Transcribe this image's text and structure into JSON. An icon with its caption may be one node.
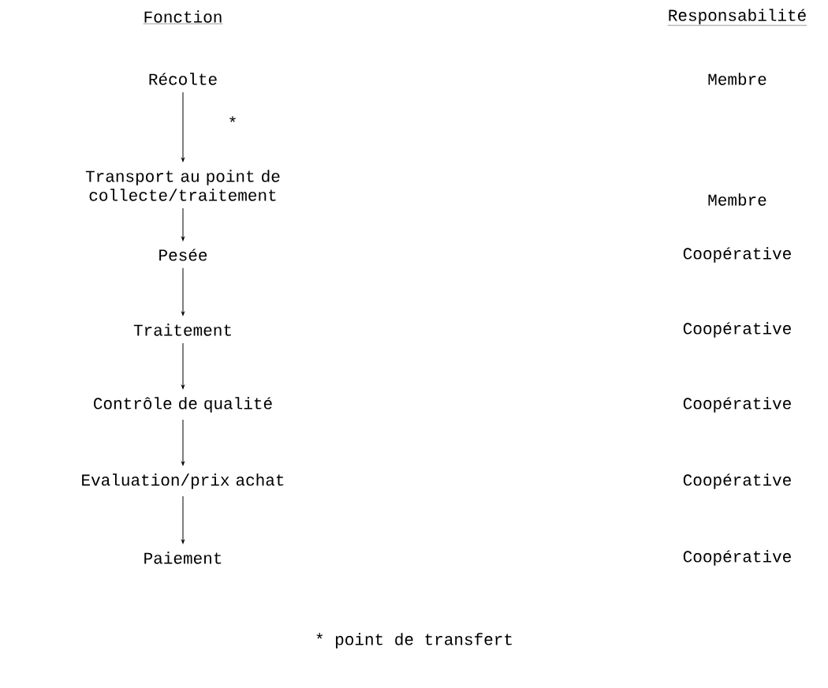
{
  "diagram": {
    "nodes": [
      {
        "text": [
          "Récolte"
        ]
      },
      {
        "text": [
          "Transport au point de collecte/traitement"
        ]
      },
      {
        "text": [
          "Pesée"
        ]
      },
      {
        "text": [
          "Traitement"
        ]
      },
      {
        "text": [
          "Contrôle de qualité"
        ]
      },
      {
        "text": [
          "Evaluation/prix achat"
        ]
      },
      {
        "text": [
          "Paiement"
        ]
      }
    ],
    "edges": [
      {
        "from": 0,
        "to": 1,
        "arrow": "to"
      },
      {
        "from": 1,
        "to": 2,
        "arrow": "to"
      },
      {
        "from": 2,
        "to": 3,
        "arrow": "to"
      },
      {
        "from": 3,
        "to": 4,
        "arrow": "to"
      },
      {
        "from": 4,
        "to": 5,
        "arrow": "to"
      },
      {
        "from": 5,
        "to": 6,
        "arrow": "to"
      }
    ],
    "labels": [
      "Fonction",
      "Responsabilité",
      "Membre",
      "*",
      "Membre",
      "Coopérative",
      "Coopérative",
      "Coopérative",
      "Coopérative",
      "Coopérative",
      "* point de transfert"
    ]
  }
}
